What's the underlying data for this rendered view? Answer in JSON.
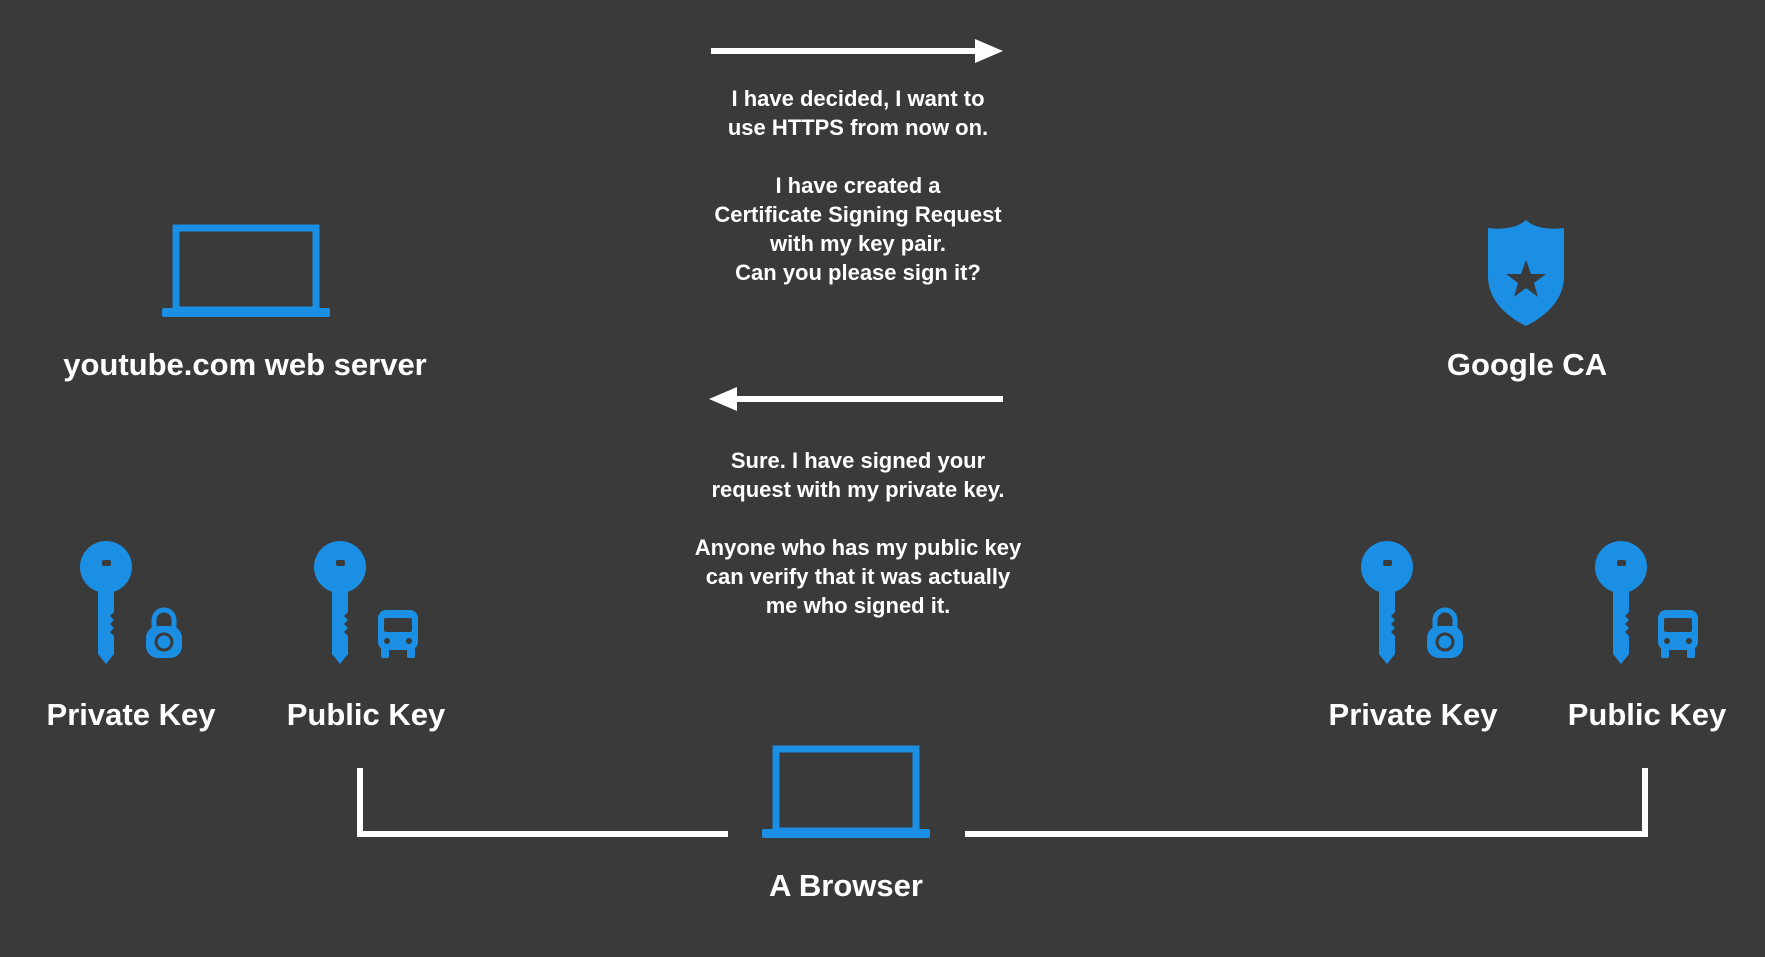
{
  "colors": {
    "background": "#3a3a3a",
    "accent_blue": "#1a8fe3",
    "text": "#ffffff",
    "line": "#ffffff"
  },
  "server": {
    "icon": "laptop-icon",
    "label": "youtube.com web server"
  },
  "ca": {
    "icon": "police-badge-icon",
    "label": "Google CA"
  },
  "browser": {
    "icon": "laptop-icon",
    "label": "A Browser"
  },
  "server_keys": {
    "private_label": "Private Key",
    "public_label": "Public Key"
  },
  "ca_keys": {
    "private_label": "Private Key",
    "public_label": "Public Key"
  },
  "request_message": {
    "line1": "I have decided, I want to",
    "line2": "use HTTPS from now on.",
    "line3": "I have created a",
    "line4": "Certificate Signing Request",
    "line5": "with my key pair.",
    "line6": "Can you please sign it?"
  },
  "response_message": {
    "line1": "Sure. I have signed your",
    "line2": "request with my private key.",
    "line3": "Anyone who has my public key",
    "line4": "can verify that it was actually",
    "line5": "me who signed it."
  }
}
